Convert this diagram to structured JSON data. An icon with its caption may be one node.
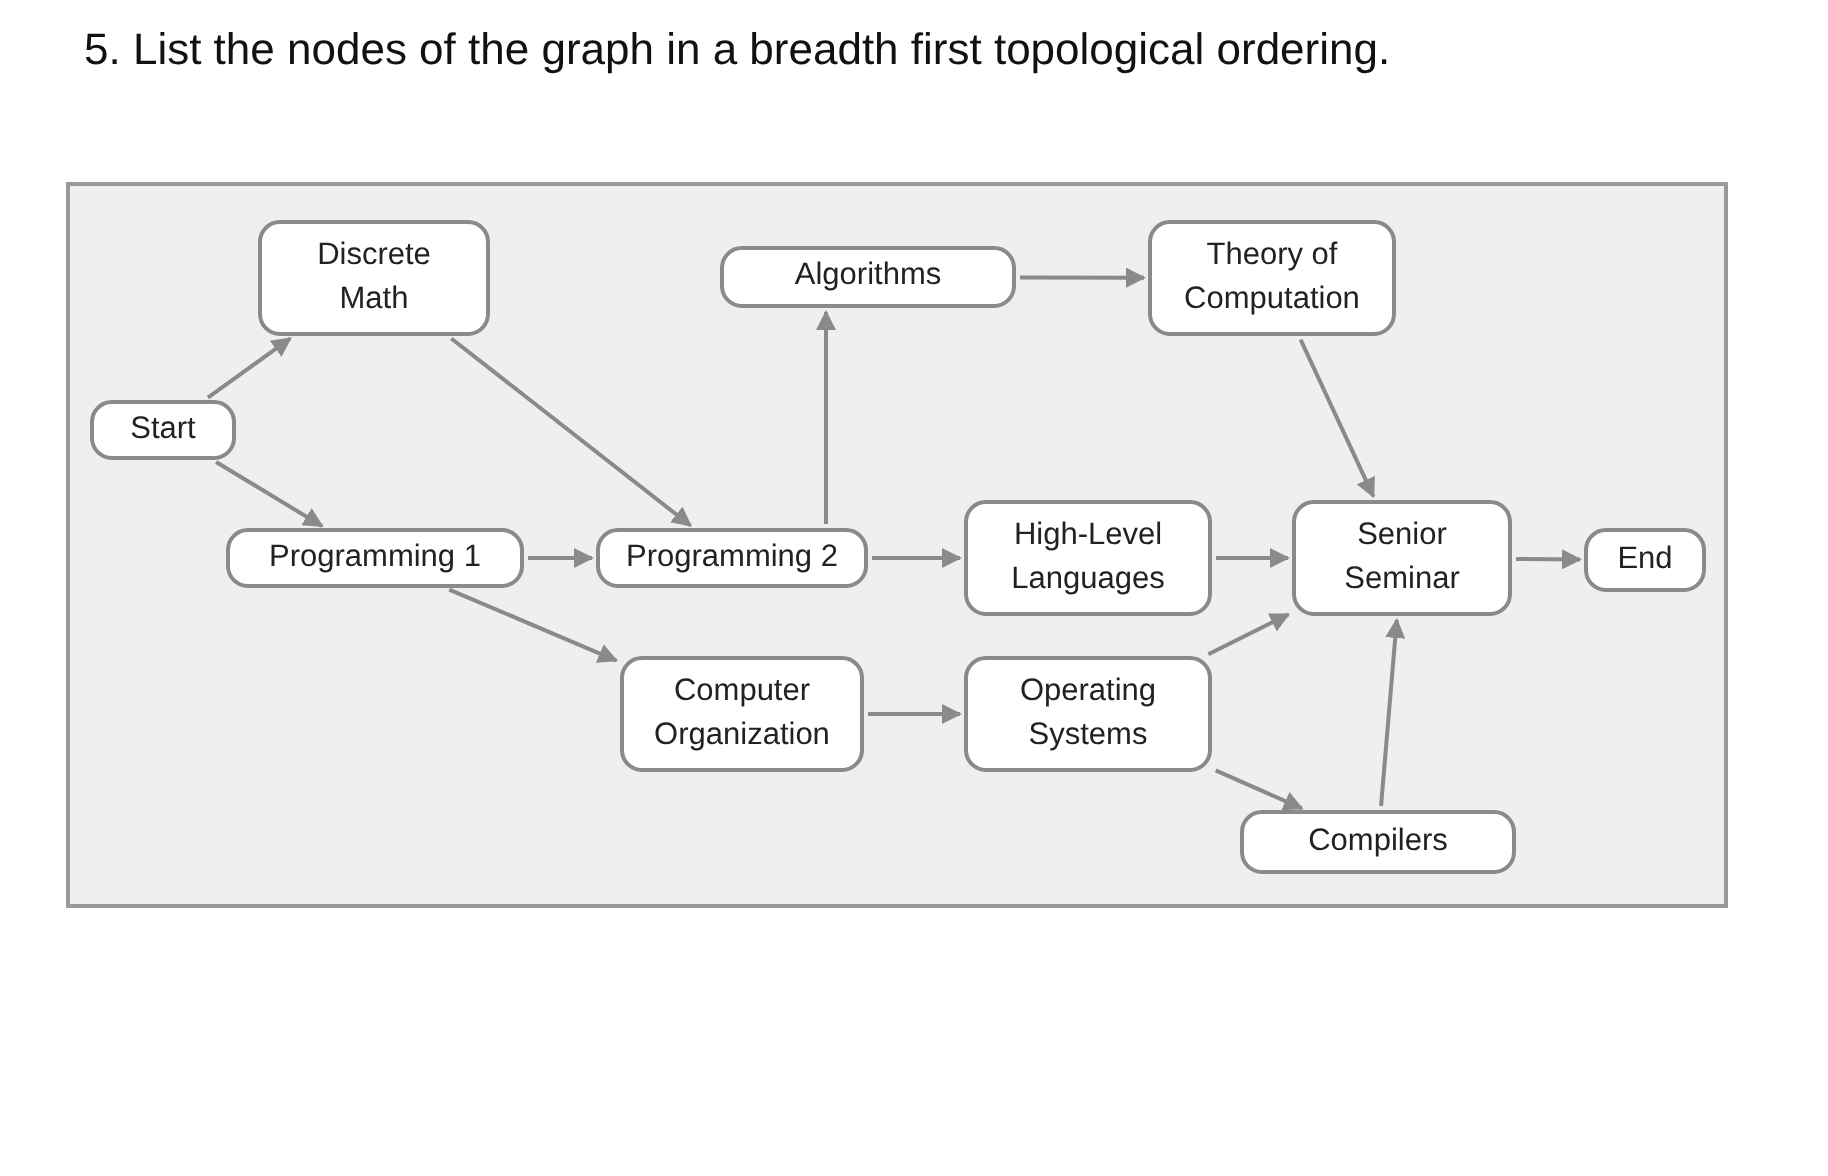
{
  "diagram": {
    "title": "5. List the nodes of the graph in a breadth first topological ordering.",
    "nodes": [
      {
        "text": [
          "Start"
        ]
      },
      {
        "text": [
          "Discrete Math"
        ]
      },
      {
        "text": [
          "Programming 1"
        ]
      },
      {
        "text": [
          "Programming 2"
        ]
      },
      {
        "text": [
          "Algorithms"
        ]
      },
      {
        "text": [
          "Computer Organization"
        ]
      },
      {
        "text": [
          "Theory of Computation"
        ]
      },
      {
        "text": [
          "High-Level Languages"
        ]
      },
      {
        "text": [
          "Operating Systems"
        ]
      },
      {
        "text": [
          "Senior Seminar"
        ]
      },
      {
        "text": [
          "Compilers"
        ]
      },
      {
        "text": [
          "End"
        ]
      }
    ],
    "edges": [
      {
        "from": 0,
        "to": 1,
        "arrow": "to"
      },
      {
        "from": 0,
        "to": 2,
        "arrow": "to"
      },
      {
        "from": 1,
        "to": 3,
        "arrow": "to"
      },
      {
        "from": 2,
        "to": 3,
        "arrow": "to"
      },
      {
        "from": 2,
        "to": 5,
        "arrow": "to"
      },
      {
        "from": 3,
        "to": 4,
        "arrow": "to"
      },
      {
        "from": 3,
        "to": 7,
        "arrow": "to"
      },
      {
        "from": 4,
        "to": 6,
        "arrow": "to"
      },
      {
        "from": 5,
        "to": 8,
        "arrow": "to"
      },
      {
        "from": 6,
        "to": 9,
        "arrow": "to"
      },
      {
        "from": 7,
        "to": 9,
        "arrow": "to"
      },
      {
        "from": 8,
        "to": 9,
        "arrow": "to"
      },
      {
        "from": 8,
        "to": 10,
        "arrow": "to"
      },
      {
        "from": 10,
        "to": 9,
        "arrow": "to"
      },
      {
        "from": 9,
        "to": 11,
        "arrow": "to"
      }
    ]
  }
}
